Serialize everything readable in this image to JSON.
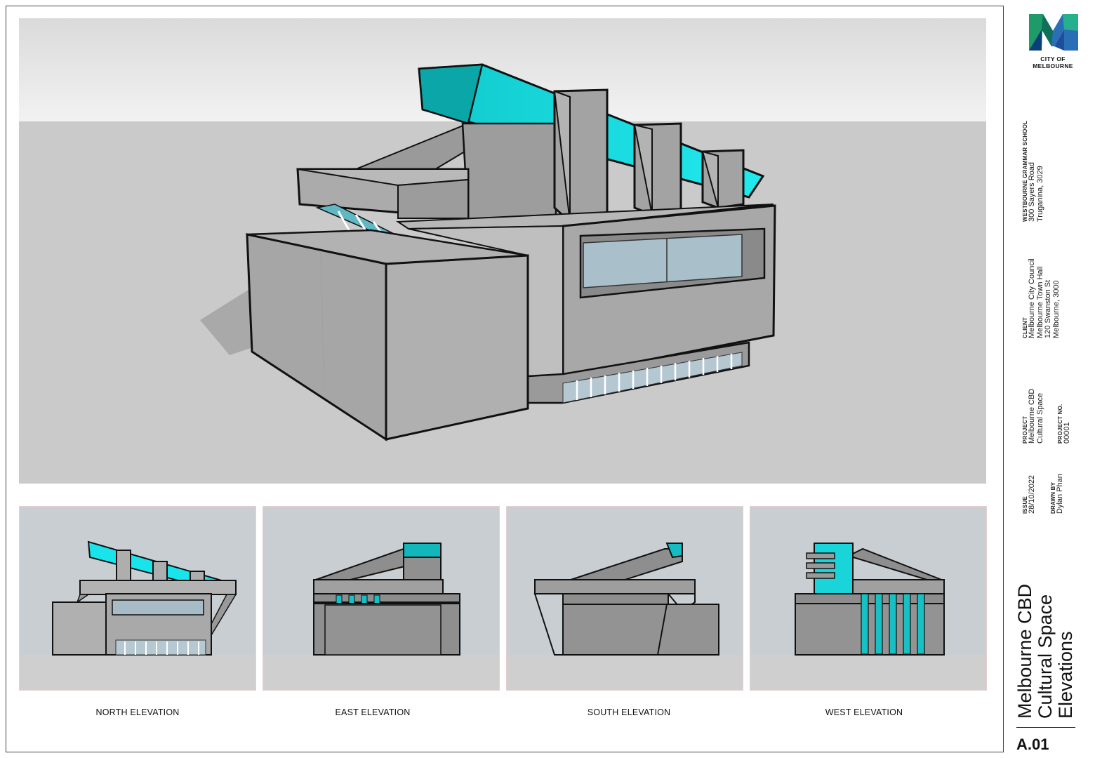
{
  "sheet": {
    "logo_text": "CITY OF MELBOURNE",
    "school": {
      "heading": "WESTBOURNE GRAMMAR SCHOOL",
      "lines": [
        "300 Sayers Road",
        "Truganina, 3029"
      ]
    },
    "client": {
      "heading": "CLIENT",
      "lines": [
        "Melbourne City Council",
        "Melbourne Town Hall",
        "120 Swanston St",
        "Melbourne, 3000"
      ]
    },
    "project": {
      "heading": "PROJECT",
      "lines": [
        "Melbourne CBD",
        "Cultural Space"
      ]
    },
    "project_no": {
      "heading": "PROJECT NO.",
      "value": "00001"
    },
    "issue": {
      "heading": "ISSUE",
      "value": "28/10/2022"
    },
    "drawn_by": {
      "heading": "DRAWN BY",
      "value": "Dylan Phan"
    },
    "title_lines": [
      "Melbourne CBD",
      "Cultural Space",
      "Elevations"
    ],
    "sheet_number": "A.01"
  },
  "elevations": [
    {
      "label": "NORTH ELEVATION"
    },
    {
      "label": "EAST ELEVATION"
    },
    {
      "label": "SOUTH ELEVATION"
    },
    {
      "label": "WEST ELEVATION"
    }
  ],
  "colors": {
    "accent_cyan": "#19d3d6",
    "concrete": "#a9a9a9",
    "sky": "#c9ced2",
    "ground": "#cccccc"
  }
}
